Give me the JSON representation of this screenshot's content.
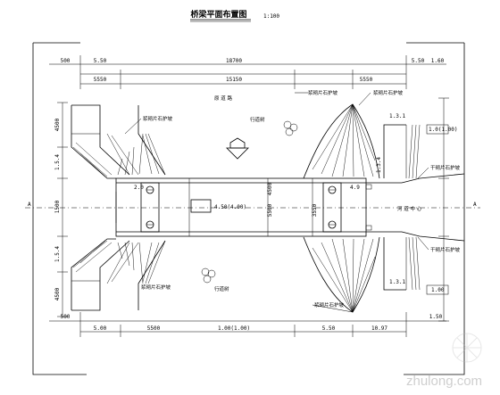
{
  "title": "桥梁平面布置图",
  "scale": "1:100",
  "dims_top": {
    "overall": "18700",
    "left_end": "5.50",
    "right_end": "5.50",
    "left_a": "5550",
    "center": "15150",
    "right_a": "5550",
    "small_left": "500",
    "small_right": "1.60"
  },
  "dims_bottom": {
    "left": "5.00",
    "mid_left": "5500",
    "center": "1.00(1.00)",
    "mid_right": "5.50",
    "right": "10.97",
    "small_left": "500",
    "small_right": "1.50"
  },
  "dims_left": [
    "4500",
    "1.5.4",
    "1500",
    "1.5.4",
    "4500"
  ],
  "dims_right": [
    "1.3.1",
    "1.3.4",
    "1.3.1"
  ],
  "deck": {
    "center_label": "4.50(4.00)",
    "width_a": "4500",
    "width_b": "5500",
    "width_c": "3550",
    "pier_left": "2.0",
    "pier_right": "4.9"
  },
  "labels": {
    "road_top": "原 道 路",
    "slope_left_top": "浆砌片石护坡",
    "slope_right_top": "浆砌片石护坡",
    "tree_top": "行道树",
    "tree_bottom": "行道树",
    "slope_left_bottom": "浆砌片石护坡",
    "slope_bottom_right": "浆砌片石护坡",
    "channel_top": "干砌片石护坡",
    "channel_bottom": "干砌片石护坡",
    "channel_center": "河 道 中 心",
    "box_top_right": "1.0(1.00)",
    "box_bottom_right": "1.00"
  },
  "watermark": "zhulong.com",
  "colors": {
    "line": "#000000",
    "background": "#ffffff",
    "watermark": "#cfcfcf"
  }
}
